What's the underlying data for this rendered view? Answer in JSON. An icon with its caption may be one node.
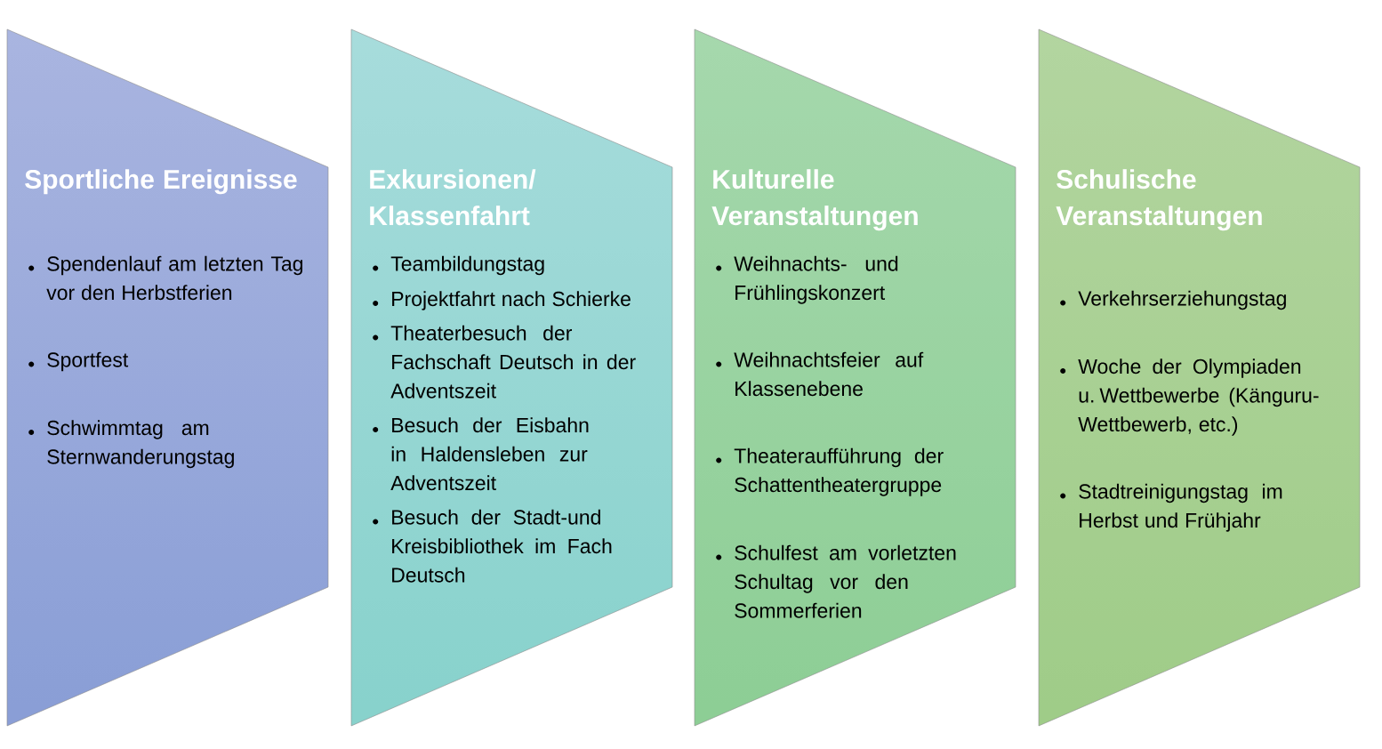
{
  "diagram": {
    "nodes": [
      {
        "text": [
          "Sportliche Ereignisse",
          "Spendenlauf am letzten Tag vor den Herbstferien",
          "Sportfest",
          "Schwimmtag am Sternwanderungstag"
        ]
      },
      {
        "text": [
          "Exkursionen/ Klassenfahrt",
          "Teambildungstag",
          "Projektfahrt nach Schierke",
          "Theaterbesuch der Fachschaft Deutsch in der Adventszeit",
          "Besuch der Eisbahn in Haldensleben zur Adventszeit",
          "Besuch der Stadt-und Kreisbibliothek im Fach Deutsch"
        ]
      },
      {
        "text": [
          "Kulturelle Veranstaltungen",
          "Weihnachts- und Frühlingskonzert",
          "Weihnachtsfeier auf Klassenebene",
          "Theateraufführung der Schattentheatergruppe",
          "Schulfest am vorletzten Schultag vor den Sommerferien"
        ]
      },
      {
        "text": [
          "Schulische Veranstaltungen",
          "Verkehrserziehungstag",
          "Woche der Olympiaden u. Wettbewerbe (Känguru-Wettbewerb, etc.)",
          "Stadtreinigungstag im Herbst und Frühjahr"
        ]
      }
    ]
  }
}
